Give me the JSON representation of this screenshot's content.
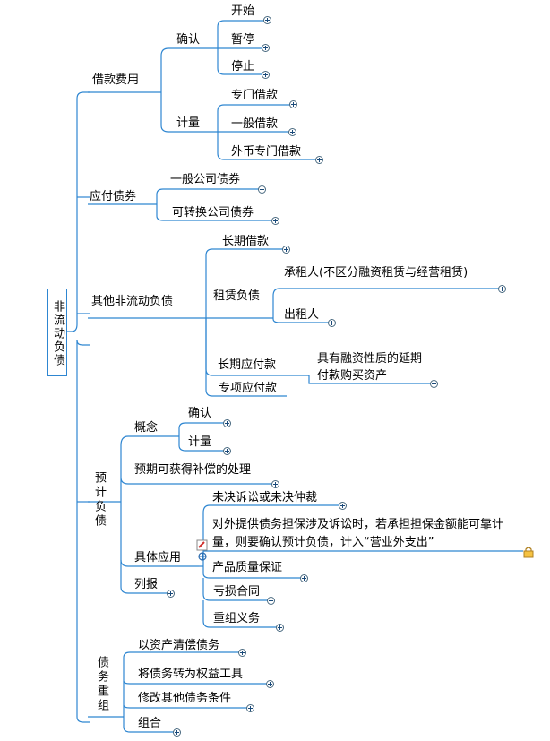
{
  "root": "非流动负债",
  "branches": {
    "borrowing_cost": {
      "label": "借款费用",
      "confirm": {
        "label": "确认",
        "items": [
          "开始",
          "暂停",
          "停止"
        ]
      },
      "measure": {
        "label": "计量",
        "items": [
          "专门借款",
          "一般借款",
          "外币专门借款"
        ]
      }
    },
    "bonds": {
      "label": "应付债券",
      "items": [
        "一般公司债券",
        "可转换公司债券"
      ]
    },
    "other": {
      "label": "其他非流动负债",
      "long_loan": "长期借款",
      "lease": {
        "label": "租赁负债",
        "items": [
          "承租人(不区分融资租赁与经营租赁)",
          "出租人"
        ]
      },
      "long_payable": {
        "label": "长期应付款",
        "note": "具有融资性质的延期付款购买资产"
      },
      "special_payable": "专项应付款"
    },
    "provision": {
      "label": "预计负债",
      "concept": {
        "label": "概念",
        "items": [
          "确认",
          "计量"
        ]
      },
      "compensation": "预期可获得补偿的处理",
      "application": {
        "label": "具体应用",
        "items": [
          "未决诉讼或未决仲裁",
          "对外提供债务担保涉及诉讼时，若承担担保金额能可靠计量，则要确认预计负债，计入“营业外支出”",
          "产品质量保证",
          "亏损合同",
          "重组义务"
        ]
      },
      "report": "列报"
    },
    "restructure": {
      "label": "债务重组",
      "items": [
        "以资产清偿债务",
        "将债务转为权益工具",
        "修改其他债务条件",
        "组合"
      ]
    }
  }
}
